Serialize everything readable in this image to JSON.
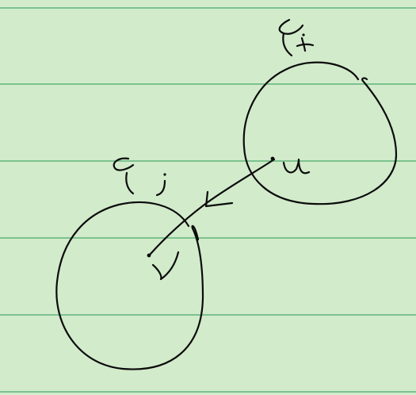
{
  "colors": {
    "paper": "#d2ebcb",
    "ruling": "#5fb47a",
    "ink": "#0b0b0b"
  },
  "sketch": {
    "clusters": [
      {
        "label": "G_i",
        "node": "u"
      },
      {
        "label": "G_j",
        "node": "v"
      }
    ],
    "edge": {
      "from": "u",
      "to": "v",
      "directed": true
    }
  }
}
